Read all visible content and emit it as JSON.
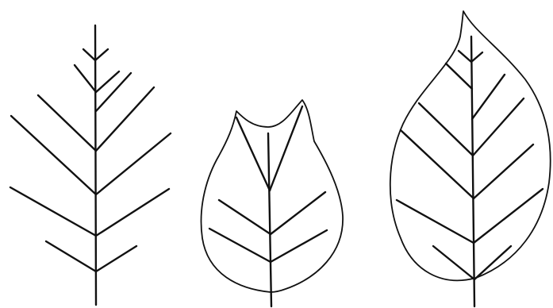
{
  "figure": {
    "background": "#ffffff",
    "ink_color": "#111111"
  },
  "leaves": [
    {
      "id": "leaf-1",
      "outline": "none",
      "vein_pattern": "pinnate"
    },
    {
      "id": "leaf-2",
      "outline": "notched-tip",
      "vein_pattern": "pinnate"
    },
    {
      "id": "leaf-3",
      "outline": "ovate-pointed",
      "vein_pattern": "pinnate"
    }
  ]
}
